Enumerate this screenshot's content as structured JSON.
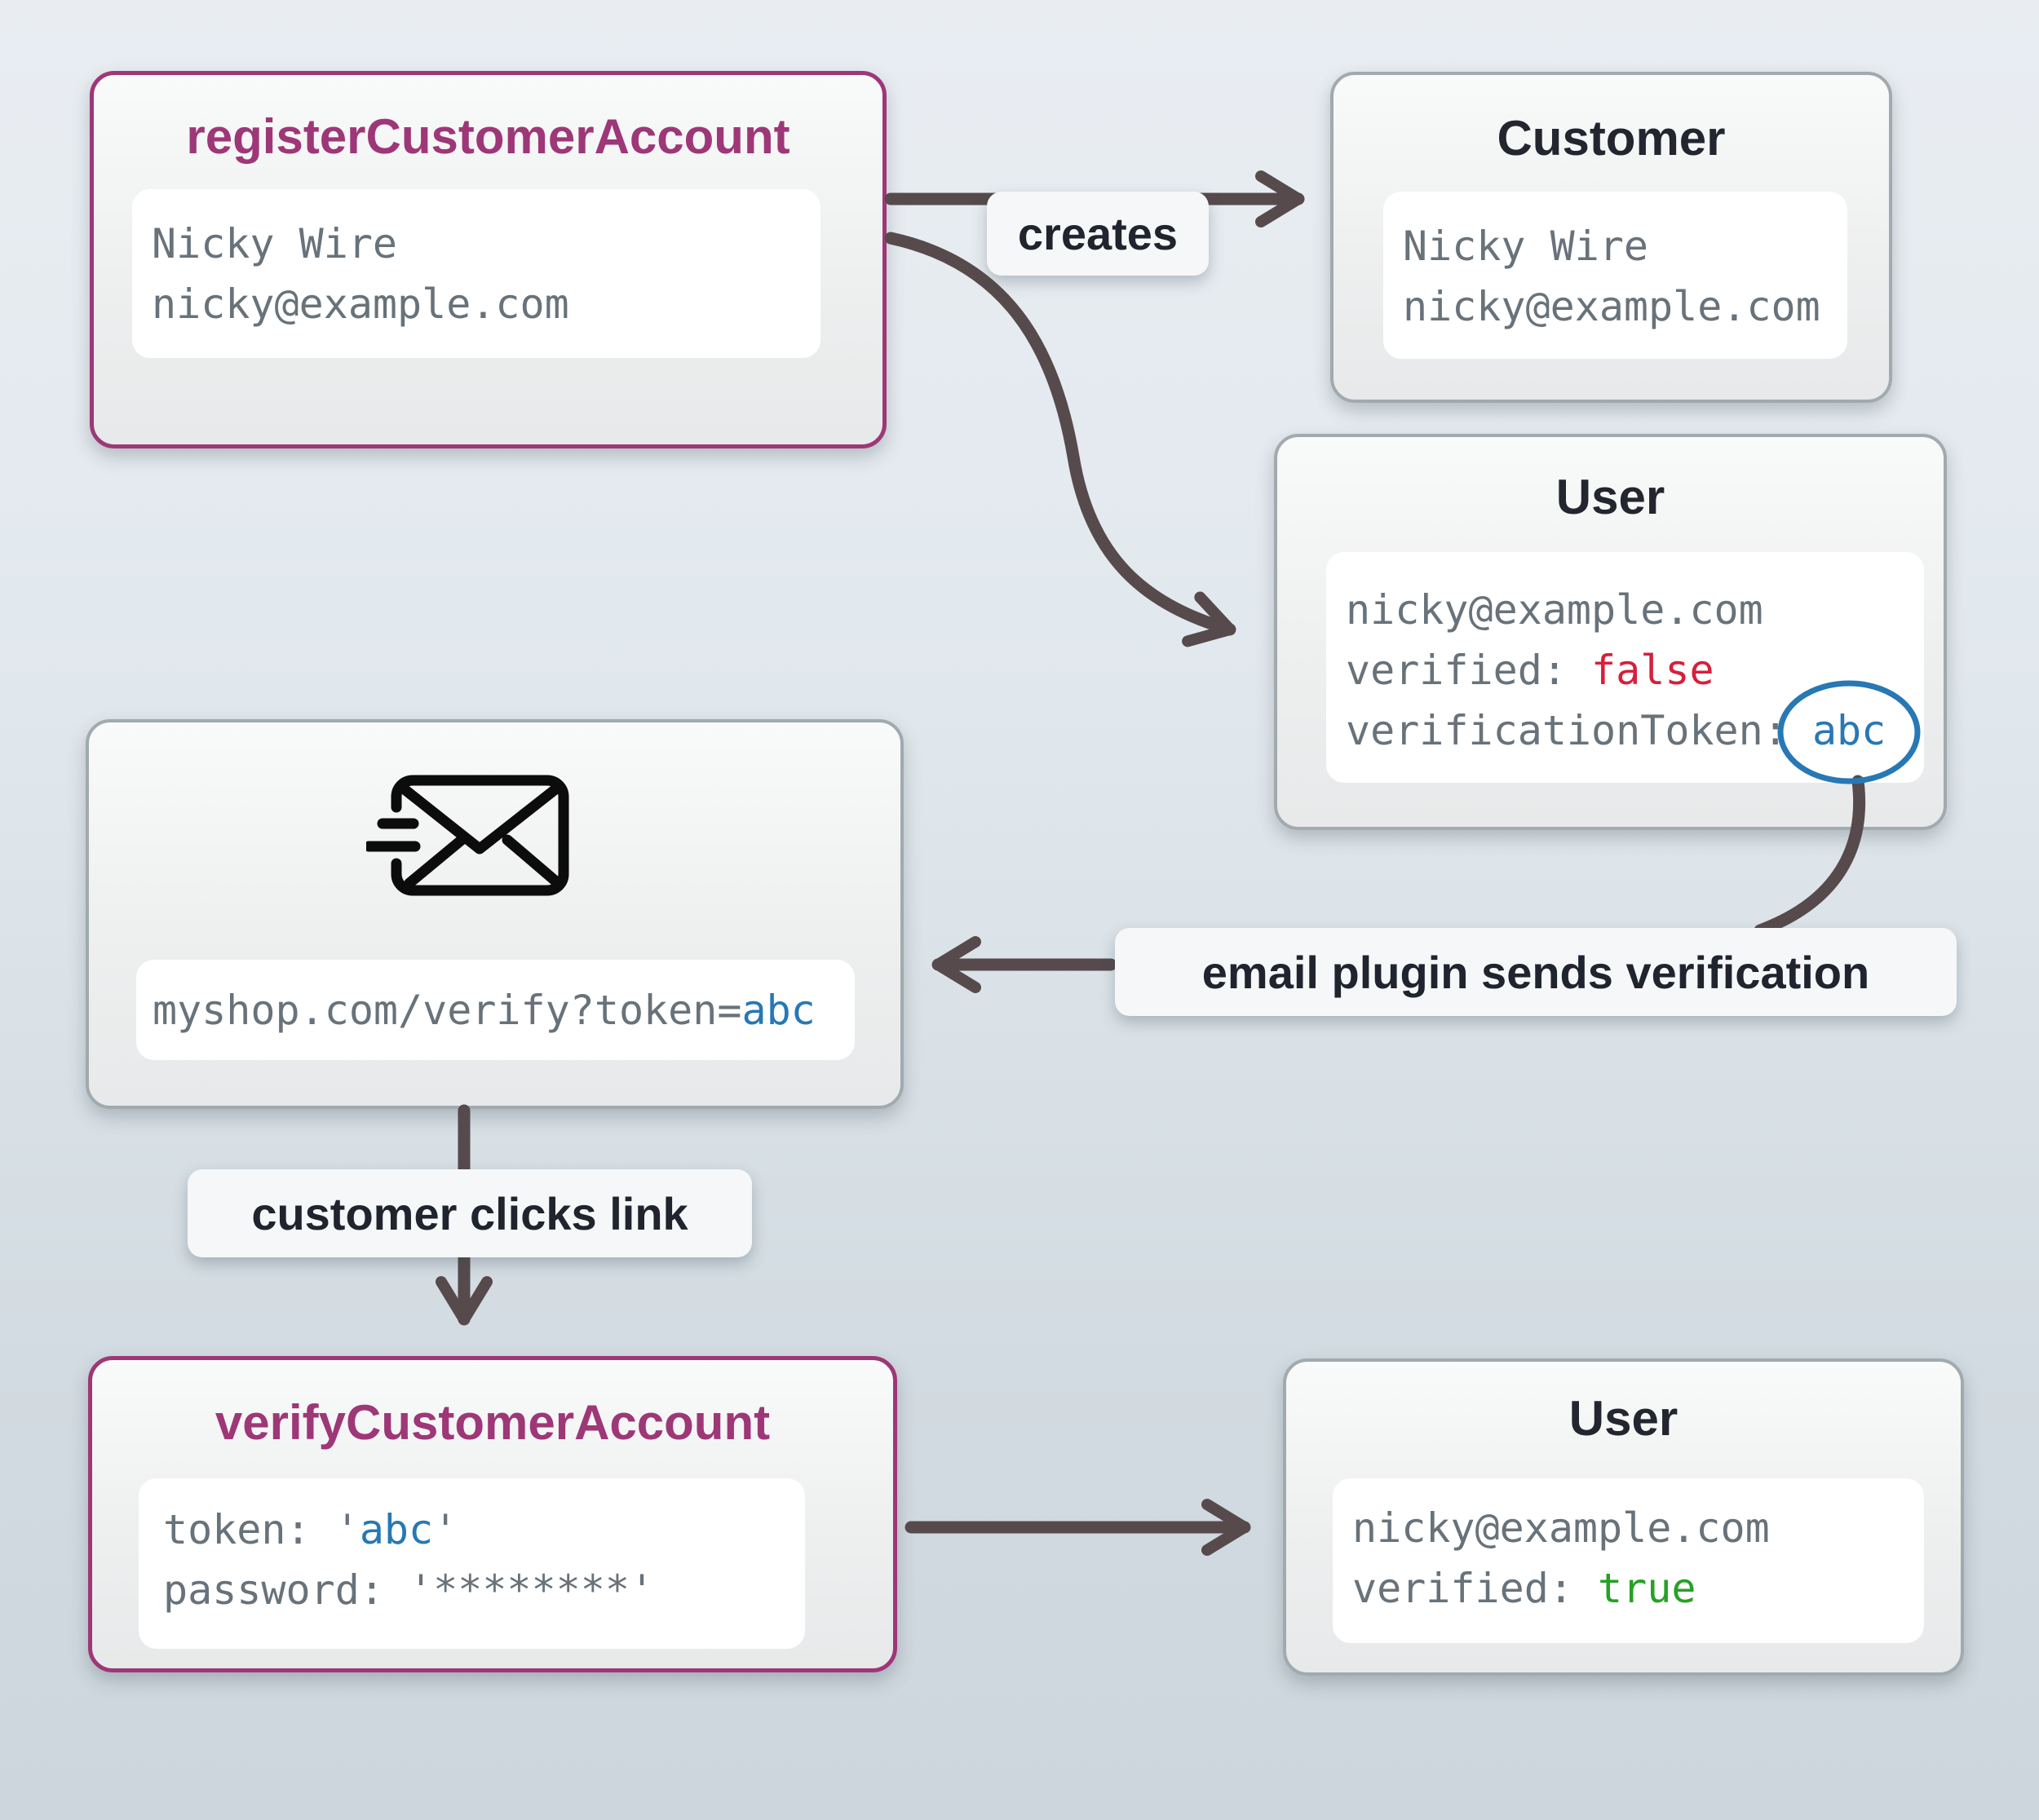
{
  "colors": {
    "accent_purple": "#9e3777",
    "neutral_border": "#a1aaae",
    "mono_gray": "#68727a",
    "false_red": "#d61f3c",
    "true_green": "#26a126",
    "token_blue": "#2778b4",
    "arrow": "#564a4c",
    "title_dark": "#23262f"
  },
  "nodes": {
    "register": {
      "title": "registerCustomerAccount",
      "line1": "Nicky Wire",
      "line2": "nicky@example.com"
    },
    "customer": {
      "title": "Customer",
      "line1": "Nicky Wire",
      "line2": "nicky@example.com"
    },
    "user_unverified": {
      "title": "User",
      "email": "nicky@example.com",
      "verified_label": "verified: ",
      "verified_value": "false",
      "token_label": "verificationToken: ",
      "token_value": "abc"
    },
    "email": {
      "url_label": "myshop.com/verify?token=",
      "url_token": "abc"
    },
    "verify": {
      "title": "verifyCustomerAccount",
      "token_label": "token: '",
      "token_value": "abc",
      "token_close": "'",
      "password_line": "password: '********'"
    },
    "user_verified": {
      "title": "User",
      "email": "nicky@example.com",
      "verified_label": "verified: ",
      "verified_value": "true"
    }
  },
  "labels": {
    "creates": "creates",
    "email_plugin": "email plugin sends verification",
    "customer_clicks": "customer clicks link"
  },
  "icons": {
    "email_icon": "speeding-envelope-icon"
  }
}
